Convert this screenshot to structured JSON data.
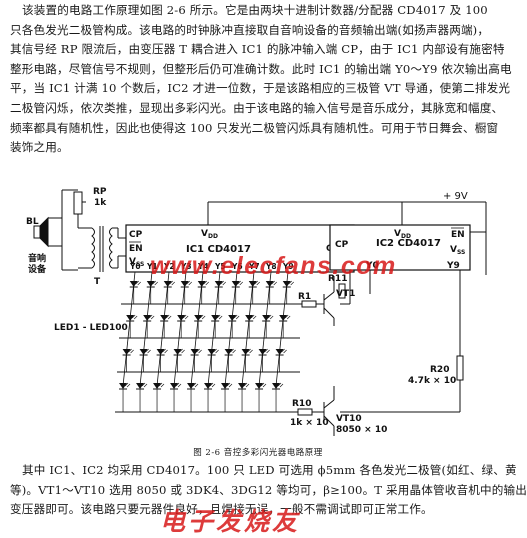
{
  "intro": {
    "lines": [
      "该装置的电路工作原理如图 2-6 所示。它是由两块十进制计数器/分配器 CD4017 及 100",
      "只各色发光二极管构成。该电路的时钟脉冲直接取自音响设备的音频输出端(如扬声器两端)，",
      "其信号经 RP 限流后，由变压器 T 耦合进入 IC1 的脉冲输入端 CP，由于 IC1 内部设有施密特",
      "整形电路，尽管信号不规则，但整形后仍可准确计数。此时 IC1 的输出端 Y0～Y9 依次输出高电",
      "平，当 IC1 计满 10 个数后，IC2 才进一位数，于是该路相应的三极管 VT 导通，使第二排发光",
      "二极管闪烁，依次类推，显现出多彩闪光。由于该电路的输入信号是音乐成分，其脉宽和幅度、",
      "频率都具有随机性，因此也使得这 100 只发光二极管闪烁具有随机性。可用于节日舞会、橱窗",
      "装饰之用。"
    ]
  },
  "circuit": {
    "supply": "+ 9V",
    "rp": "RP",
    "rp_value": "1k",
    "bl": "BL",
    "source_1": "音响",
    "source_2": "设备",
    "transformer": "T",
    "ic1": {
      "cp": "CP",
      "en": "EN",
      "vdd": "V",
      "vdd_sub": "DD",
      "vss": "V",
      "vss_sub": "SS",
      "name": "IC1  CD4017",
      "qco": "Q",
      "qco_sub": "CO",
      "outputs": [
        "Y0",
        "Y1",
        "Y2",
        "Y3",
        "Y4",
        "Y5",
        "Y6",
        "Y7",
        "Y8",
        "Y9"
      ]
    },
    "ic2": {
      "cp": "CP",
      "vdd": "V",
      "vdd_sub": "DD",
      "en": "EN",
      "vss": "V",
      "vss_sub": "SS",
      "name": "IC2  CD4017",
      "y0": "Y0",
      "y9": "Y9"
    },
    "led_label": "LED1 - LED100",
    "r1": "R1",
    "r11": "R11",
    "vt1": "VT1",
    "r20": "R20",
    "r20_value": "4.7k × 10",
    "r10": "R10",
    "r10_value": "1k × 10",
    "vt10": "VT10",
    "vt10_value": "8050 × 10"
  },
  "caption": "图 2-6    音控多彩闪光器电路原理",
  "outro": {
    "lines": [
      "其中 IC1、IC2 均采用 CD4017。100 只 LED 可选用 ϕ5mm 各色发光二极管(如红、绿、黄",
      "等)。VT1～VT10 选用 8050 或 3DK4、3DG12 等均可，β≥100。T 采用晶体管收音机中的输出",
      "变压器即可。该电路只要元器件良好，且焊接无误，一般不需调试即可正常工作。"
    ]
  },
  "watermark": {
    "top": "www.elecfans.com",
    "bottom": "电子发烧友"
  }
}
